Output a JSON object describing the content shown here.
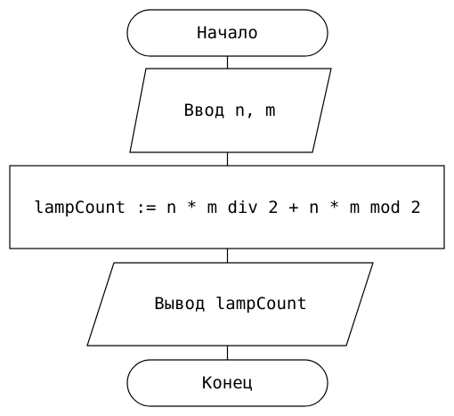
{
  "flowchart": {
    "start": {
      "label": "Начало"
    },
    "input": {
      "label": "Ввод n, m"
    },
    "process": {
      "label": "lampCount := n * m div 2 + n * m mod 2"
    },
    "output": {
      "label": "Вывод lampCount"
    },
    "end": {
      "label": "Конец"
    }
  },
  "colors": {
    "stroke": "#000000",
    "fill": "#ffffff",
    "text": "#000000"
  }
}
